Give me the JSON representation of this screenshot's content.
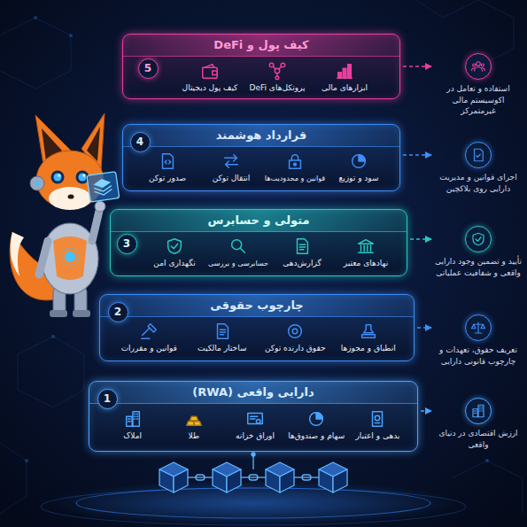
{
  "diagram": {
    "nodes": [
      {
        "text": [
          "کیف پول و DeFi",
          "ابزارهای مالی",
          "پروتکل‌های DeFi",
          "کیف پول دیجیتال"
        ]
      },
      {
        "text": [
          "5"
        ],
        "in": 0
      },
      {
        "text": [
          "استفاده و تعامل در اکوسیستم مالی غیرمتمرکز"
        ]
      },
      {
        "text": [
          "قرارداد هوشمند",
          "سود و توزیع",
          "قوانین و محدودیت‌ها",
          "انتقال توکن",
          "صدور توکن"
        ]
      },
      {
        "text": [
          "4"
        ],
        "in": 3
      },
      {
        "text": [
          "اجرای قوانین و مدیریت دارایی روی بلاکچین"
        ]
      },
      {
        "text": [
          "متولی و حسابرس",
          "نهادهای معتبر",
          "گزارش‌دهی",
          "حسابرسی و بررسی",
          "نگهداری امن"
        ]
      },
      {
        "text": [
          "3"
        ],
        "in": 6
      },
      {
        "text": [
          "تأیید و تضمین وجود دارایی واقعی و شفافیت عملیاتی"
        ]
      },
      {
        "text": [
          "چارچوب حقوقی",
          "انطباق و مجوزها",
          "حقوق دارنده توکن",
          "ساختار مالکیت",
          "قوانین و مقررات"
        ]
      },
      {
        "text": [
          "2"
        ],
        "in": 9
      },
      {
        "text": [
          "تعریف حقوق، تعهدات و چارچوب قانونی دارایی"
        ]
      },
      {
        "text": [
          "دارایی واقعی (RWA)",
          "بدهی و اعتبار",
          "سهام و صندوق‌ها",
          "اوراق خزانه",
          "طلا",
          "املاک"
        ]
      },
      {
        "text": [
          "1"
        ],
        "in": 12
      },
      {
        "text": [
          "ارزش اقتصادی در دنیای واقعی"
        ]
      }
    ],
    "edges": [
      {
        "from": 0,
        "to": 2,
        "arrow": "to"
      },
      {
        "from": 3,
        "to": 5,
        "arrow": "to"
      },
      {
        "from": 6,
        "to": 8,
        "arrow": "to"
      },
      {
        "from": 9,
        "to": 11,
        "arrow": "to"
      },
      {
        "from": 12,
        "to": 14,
        "arrow": "to"
      }
    ]
  }
}
